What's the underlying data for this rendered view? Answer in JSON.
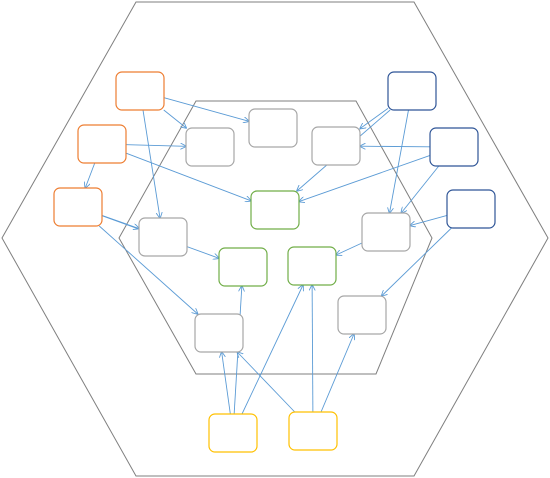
{
  "diagram": {
    "colors": {
      "background": "#ffffff",
      "hexagon_stroke": "#7f7f7f",
      "edge": "#5b9bd5",
      "orange_node": "#ed7d31",
      "blue_node": "#2f5597",
      "gray_node": "#a6a6a6",
      "green_node": "#70ad47",
      "yellow_node": "#ffc000"
    },
    "containers": [
      {
        "id": "outer-hexagon"
      },
      {
        "id": "inner-hexagon"
      }
    ],
    "nodes": [
      {
        "id": "o1",
        "group": "orange",
        "text": ""
      },
      {
        "id": "o2",
        "group": "orange",
        "text": ""
      },
      {
        "id": "o3",
        "group": "orange",
        "text": ""
      },
      {
        "id": "b1",
        "group": "blue",
        "text": ""
      },
      {
        "id": "b2",
        "group": "blue",
        "text": ""
      },
      {
        "id": "b3",
        "group": "blue",
        "text": ""
      },
      {
        "id": "g1",
        "group": "gray",
        "text": ""
      },
      {
        "id": "g2",
        "group": "gray",
        "text": ""
      },
      {
        "id": "g3",
        "group": "gray",
        "text": ""
      },
      {
        "id": "g4",
        "group": "gray",
        "text": ""
      },
      {
        "id": "g5",
        "group": "gray",
        "text": ""
      },
      {
        "id": "g6",
        "group": "gray",
        "text": ""
      },
      {
        "id": "g7",
        "group": "gray",
        "text": ""
      },
      {
        "id": "gr1",
        "group": "green",
        "text": ""
      },
      {
        "id": "gr2",
        "group": "green",
        "text": ""
      },
      {
        "id": "gr3",
        "group": "green",
        "text": ""
      },
      {
        "id": "y1",
        "group": "yellow",
        "text": ""
      },
      {
        "id": "y2",
        "group": "yellow",
        "text": ""
      }
    ],
    "edges": [
      {
        "from": "o1",
        "to": "g1"
      },
      {
        "from": "o1",
        "to": "g2"
      },
      {
        "from": "o1",
        "to": "g4"
      },
      {
        "from": "o2",
        "to": "g1"
      },
      {
        "from": "o2",
        "to": "gr1"
      },
      {
        "from": "o2",
        "to": "o3"
      },
      {
        "from": "o3",
        "to": "g5"
      },
      {
        "from": "o3",
        "to": "gr2"
      },
      {
        "from": "o3",
        "to": "g7"
      },
      {
        "from": "b1",
        "to": "g3"
      },
      {
        "from": "b1",
        "to": "g6"
      },
      {
        "from": "b1",
        "to": "gr1"
      },
      {
        "from": "b2",
        "to": "g3"
      },
      {
        "from": "b2",
        "to": "g6"
      },
      {
        "from": "b2",
        "to": "gr1"
      },
      {
        "from": "b3",
        "to": "g6"
      },
      {
        "from": "b3",
        "to": "g8"
      },
      {
        "from": "g6",
        "to": "gr3"
      },
      {
        "from": "y1",
        "to": "g7"
      },
      {
        "from": "y1",
        "to": "gr3"
      },
      {
        "from": "y1",
        "to": "gr2"
      },
      {
        "from": "y2",
        "to": "g7"
      },
      {
        "from": "y2",
        "to": "gr3"
      },
      {
        "from": "y2",
        "to": "g8"
      }
    ]
  }
}
